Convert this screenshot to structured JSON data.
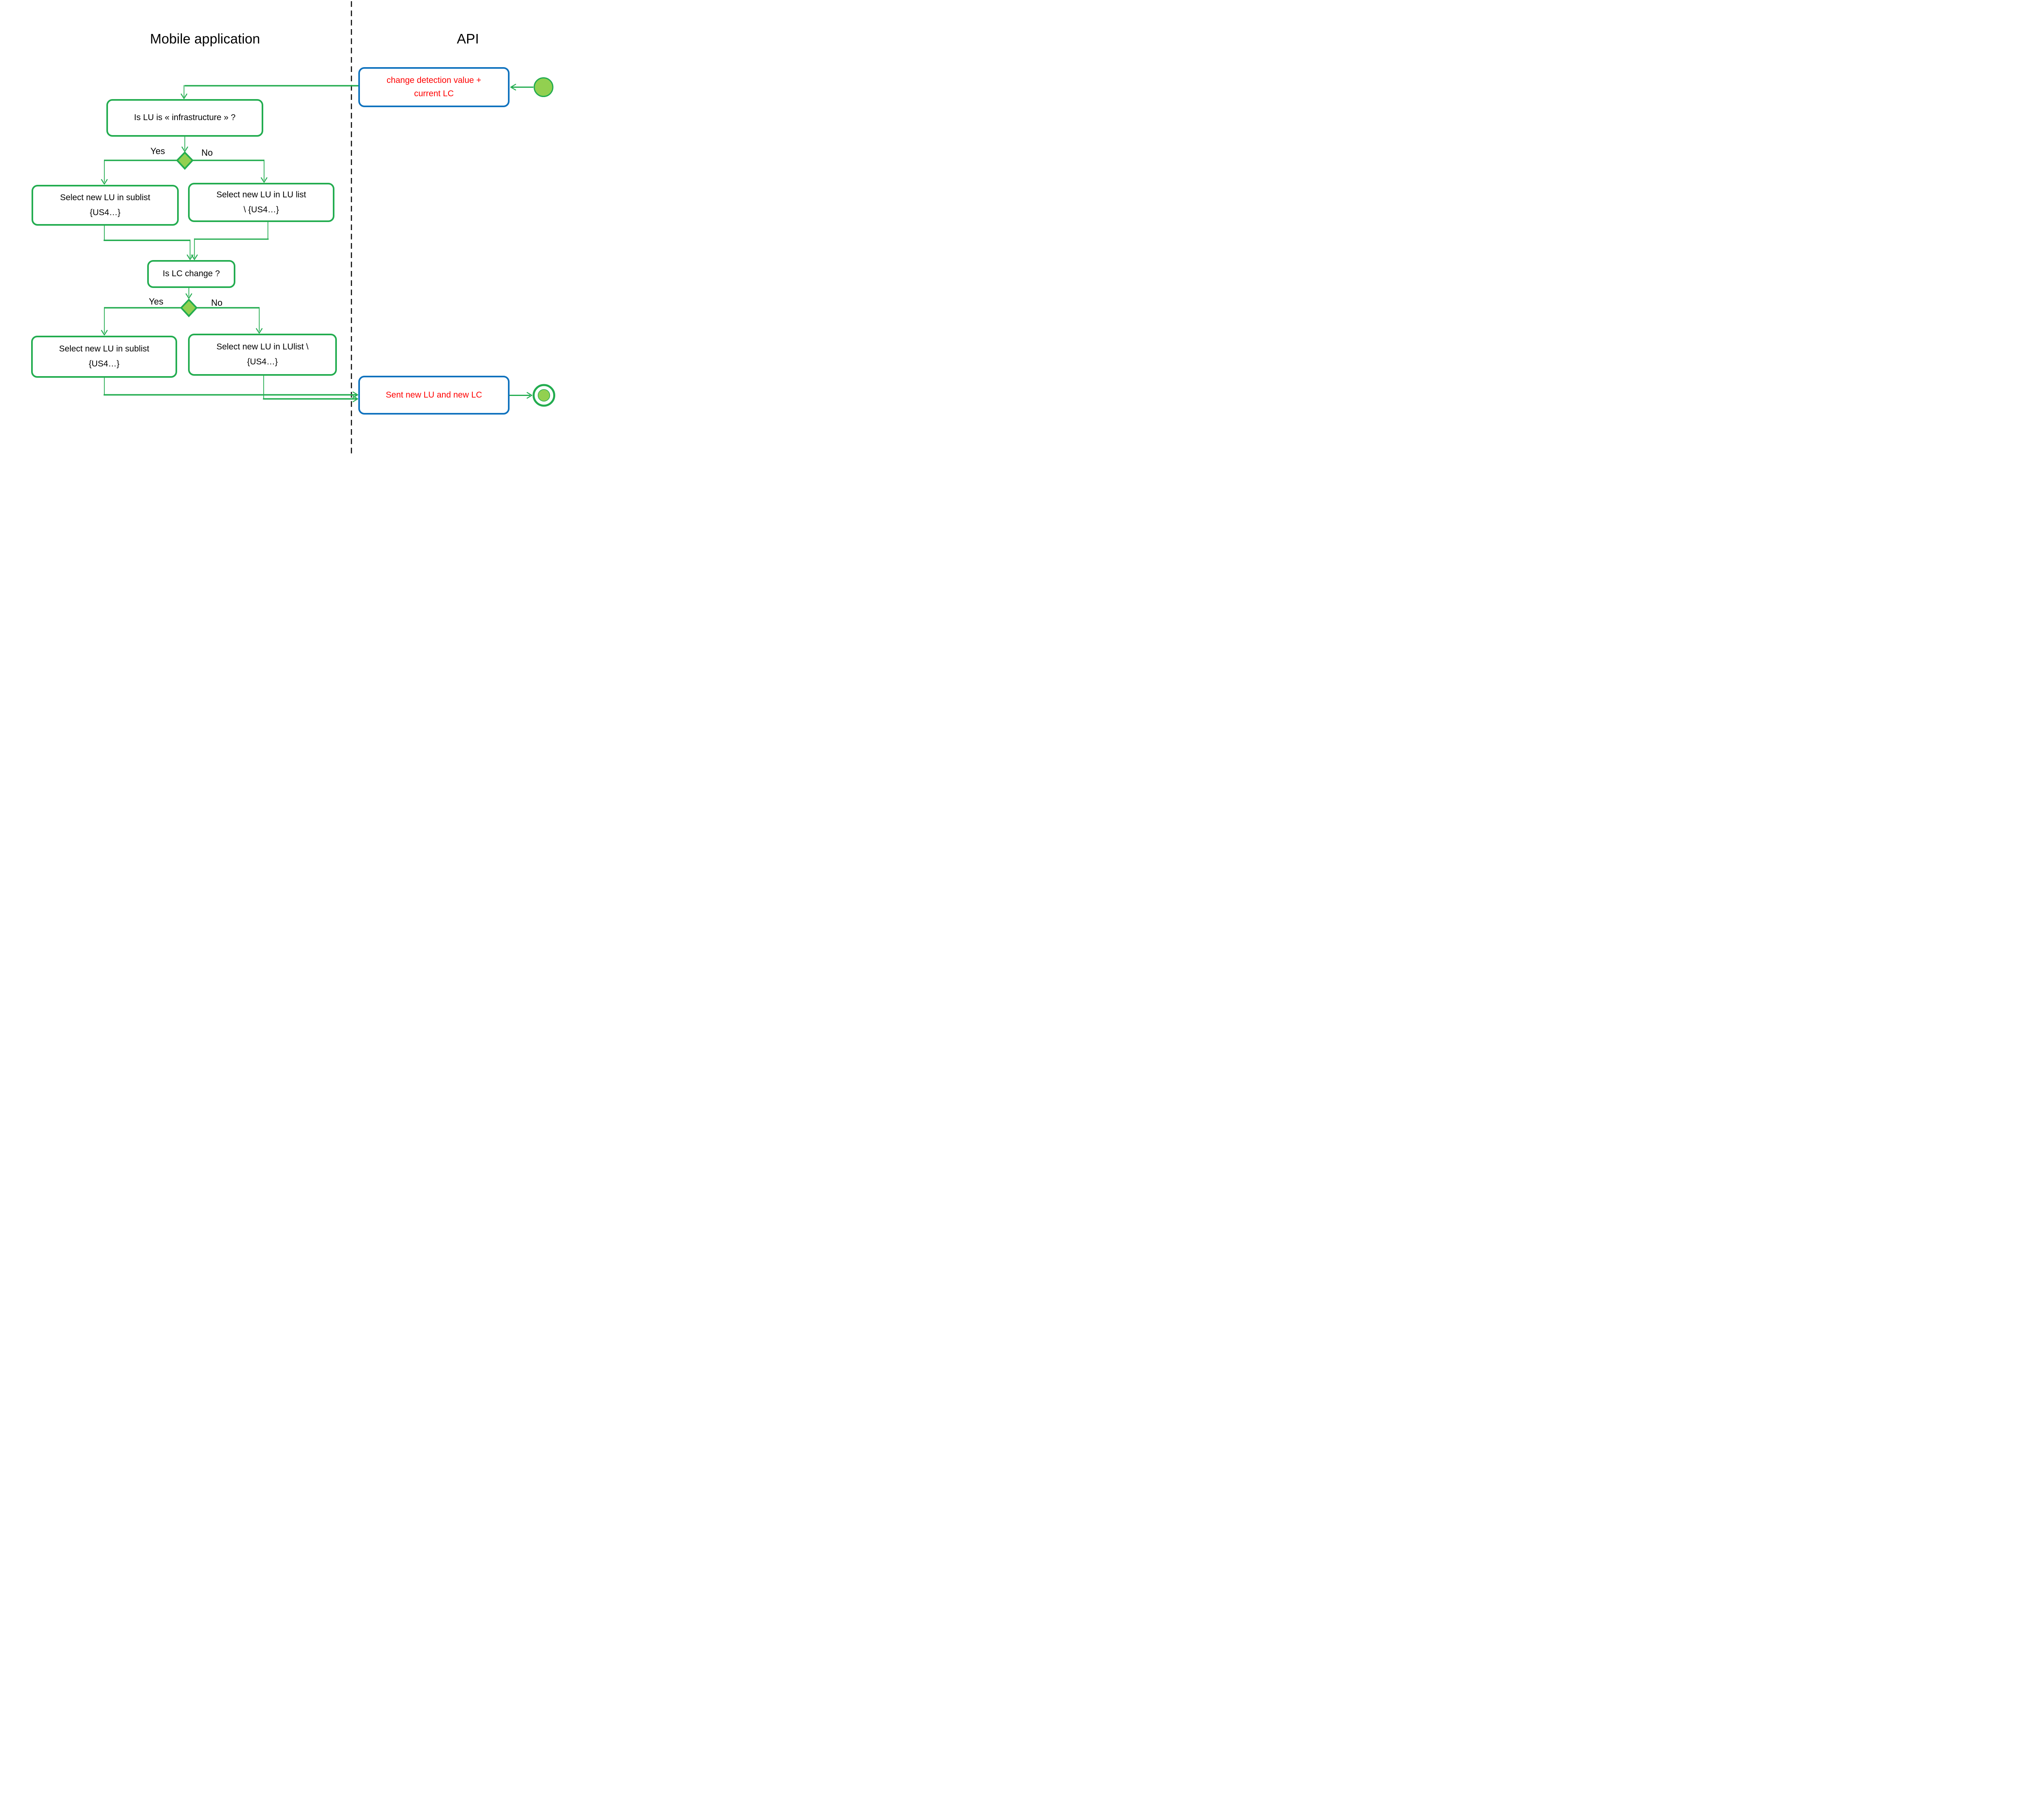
{
  "diagram": {
    "lane_titles": {
      "mobile": "Mobile application",
      "api": "API"
    },
    "decision_labels": {
      "yes": "Yes",
      "no": "No"
    },
    "nodes": {
      "change_detection": {
        "line1": "change detection value +",
        "line2": "current LC"
      },
      "is_lu_infrastructure": {
        "line1": "Is LU is « infrastructure » ?"
      },
      "select_sublist_top": {
        "line1": "Select new LU in sublist",
        "line2": "{US4…}"
      },
      "select_lulist_top": {
        "line1": "Select new LU in LU list",
        "line2": "\\ {US4…}"
      },
      "is_lc_change": {
        "line1": "Is LC change ?"
      },
      "select_sublist_bottom": {
        "line1": "Select new LU in sublist",
        "line2": "{US4…}"
      },
      "select_lulist_bottom": {
        "line1": "Select new LU in LUlist \\",
        "line2": "{US4…}"
      },
      "sent_new_lu_lc": {
        "line1": "Sent new LU and new LC"
      }
    },
    "icons": {
      "start_node": "start-state-filled-circle",
      "end_node": "final-state-bullseye",
      "decision_1": "decision-diamond",
      "decision_2": "decision-diamond"
    },
    "colors": {
      "green": "#22AC4F",
      "light_green": "#92D050",
      "blue": "#0F72BE",
      "red": "#FF0000",
      "divider": "#000000"
    }
  }
}
